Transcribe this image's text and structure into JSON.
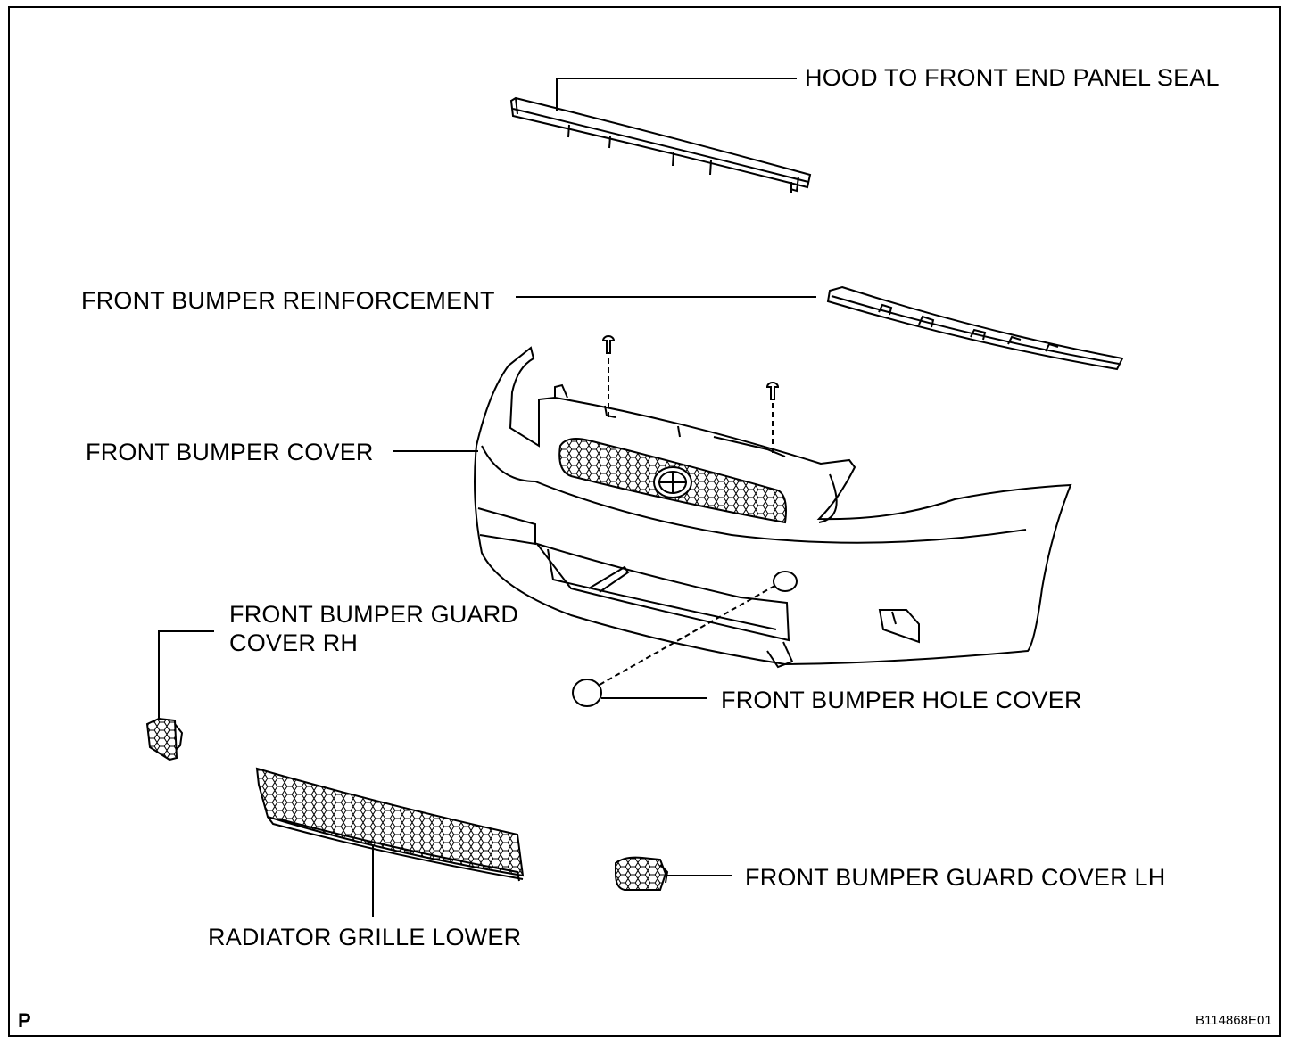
{
  "diagram": {
    "labels": {
      "hood_seal": "HOOD TO FRONT END PANEL SEAL",
      "reinforcement": "FRONT BUMPER REINFORCEMENT",
      "bumper_cover": "FRONT BUMPER COVER",
      "guard_cover_rh_line1": "FRONT BUMPER GUARD",
      "guard_cover_rh_line2": "COVER RH",
      "hole_cover": "FRONT BUMPER HOLE COVER",
      "guard_cover_lh": "FRONT BUMPER GUARD COVER LH",
      "grille_lower": "RADIATOR GRILLE LOWER"
    },
    "corner_mark": "P",
    "figure_code": "B114868E01"
  }
}
